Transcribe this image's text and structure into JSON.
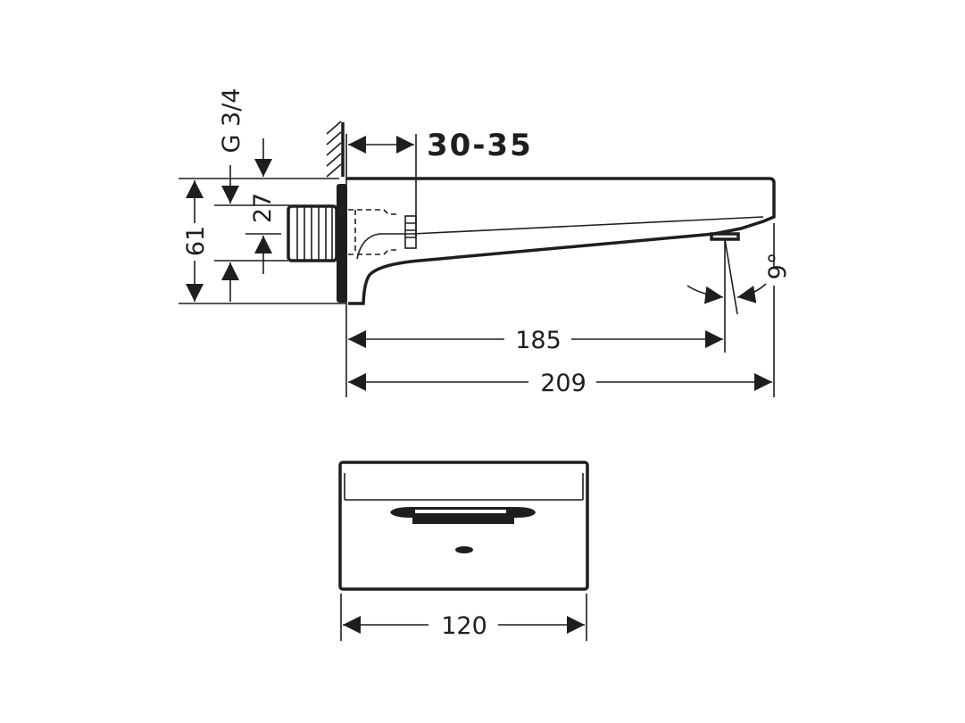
{
  "drawing": {
    "side_view": {
      "wall_distance": "30-35",
      "thread": "G 3/4",
      "height_total": "61",
      "height_to_outlet": "27",
      "outlet_distance": "185",
      "projection": "209",
      "outlet_angle": "9°"
    },
    "front_view": {
      "width": "120"
    },
    "colors": {
      "line": "#1e1e1e",
      "background": "#ffffff"
    }
  }
}
